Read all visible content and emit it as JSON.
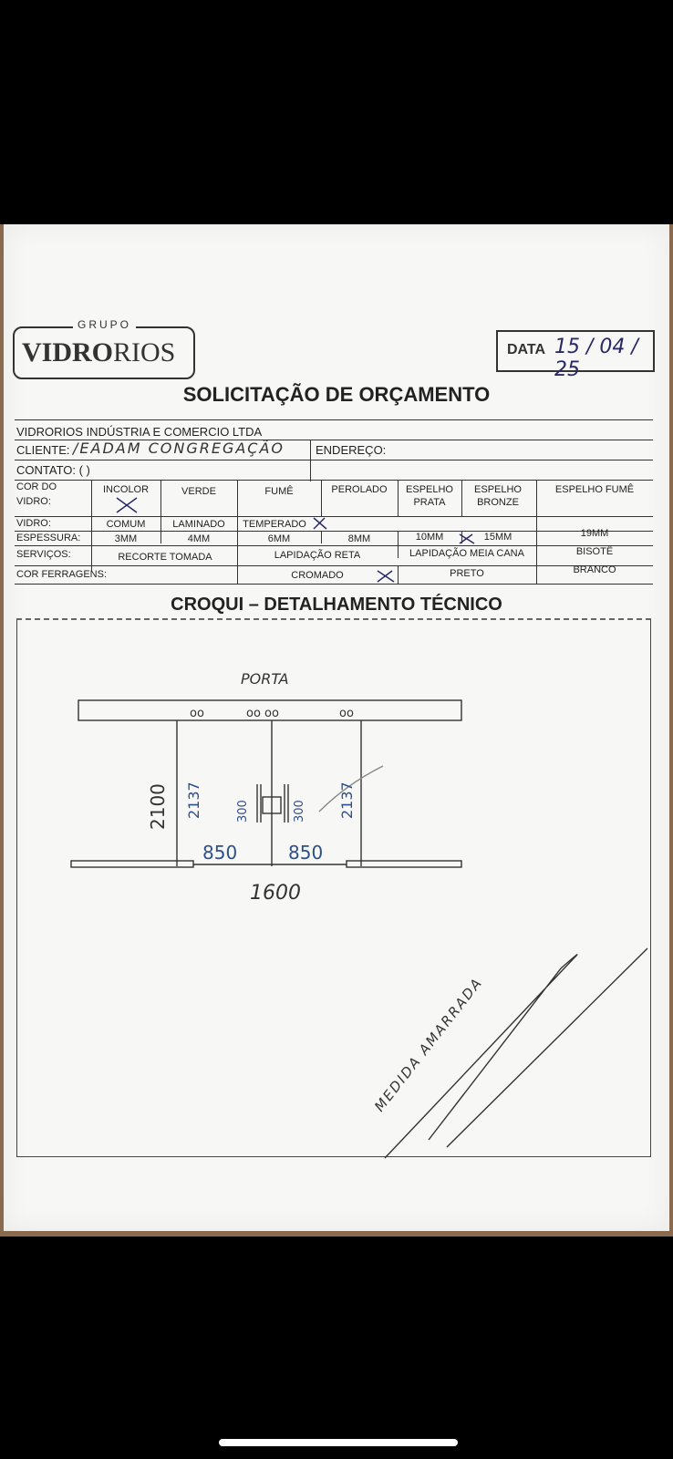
{
  "header": {
    "logo_top": "GRUPO",
    "logo_bold": "VIDRO",
    "logo_light": "RIOS",
    "date_label": "DATA",
    "date_value": "15 / 04 / 25"
  },
  "form": {
    "title": "SOLICITAÇÃO DE ORÇAMENTO",
    "company": "VIDRORIOS INDÚSTRIA E COMERCIO LTDA",
    "cliente_label": "CLIENTE:",
    "cliente_value": "/EADAM CONGREGAÇÃO",
    "endereco_label": "ENDEREÇO:",
    "contato_label": "CONTATO: (   )",
    "cor_vidro_label_1": "COR DO",
    "cor_vidro_label_2": "VIDRO:",
    "cor_vidro_options": [
      "INCOLOR",
      "VERDE",
      "FUMÊ",
      "PEROLADO",
      "ESPELHO PRATA",
      "ESPELHO BRONZE",
      "ESPELHO FUMÊ"
    ],
    "vidro_label": "VIDRO:",
    "vidro_options": [
      "COMUM",
      "LAMINADO",
      "TEMPERADO"
    ],
    "espessura_label": "ESPESSURA:",
    "espessura_options": [
      "3MM",
      "4MM",
      "6MM",
      "8MM",
      "10MM",
      "15MM",
      "19MM"
    ],
    "servicos_label": "SERVIÇOS:",
    "servicos_options": [
      "RECORTE TOMADA",
      "LAPIDAÇÃO RETA",
      "LAPIDAÇÃO MEIA CANA",
      "BISOTÊ"
    ],
    "ferragens_label": "COR FERRAGENS:",
    "ferragens_options": [
      "CROMADO",
      "PRETO",
      "BRANCO"
    ],
    "checked": [
      "INCOLOR",
      "TEMPERADO",
      "10MM",
      "CROMADO"
    ]
  },
  "sketch": {
    "title": "CROQUI – DETALHAMENTO TÉCNICO",
    "label_top": "PORTA",
    "holes_left": "oo",
    "holes_mid": "oo oo",
    "holes_right": "oo",
    "height_total": "2100",
    "height_left": "2137",
    "height_right": "2137",
    "handle_left": "300",
    "handle_right": "300",
    "width_left": "850",
    "width_right": "850",
    "width_total": "1600",
    "note": "MEDIDA AMARRADA"
  }
}
